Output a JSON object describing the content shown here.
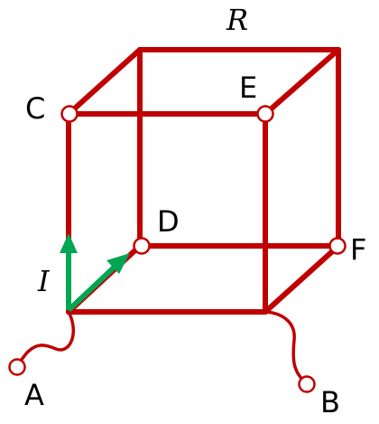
{
  "diagram": {
    "labels": {
      "R": "R",
      "I": "I",
      "A": "A",
      "B": "B",
      "C": "C",
      "D": "D",
      "E": "E",
      "F": "F"
    },
    "colors": {
      "wire": "#c00000",
      "arrow": "#00a651",
      "node_fill": "#ffffff",
      "text": "#000000"
    }
  }
}
